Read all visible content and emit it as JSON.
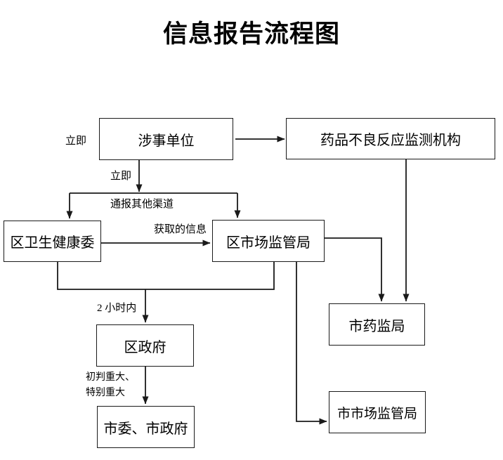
{
  "title": "信息报告流程图",
  "nodes": {
    "involved_unit": "涉事单位",
    "adr_monitoring": "药品不良反应监测机构",
    "district_health": "区卫生健康委",
    "district_market": "区市场监管局",
    "district_gov": "区政府",
    "city_committee_gov": "市委、市政府",
    "city_drug_admin": "市药监局",
    "city_market": "市市场监管局"
  },
  "edge_labels": {
    "immediate_left": "立即",
    "immediate_down": "立即",
    "notify_other_channels": "通报其他渠道",
    "obtained_info": "获取的信息",
    "within_2_hours": "2 小时内",
    "initial_major_line1": "初判重大、",
    "initial_major_line2": "特别重大"
  },
  "colors": {
    "line": "#1a1a1a",
    "text": "#000000",
    "background": "#ffffff"
  }
}
